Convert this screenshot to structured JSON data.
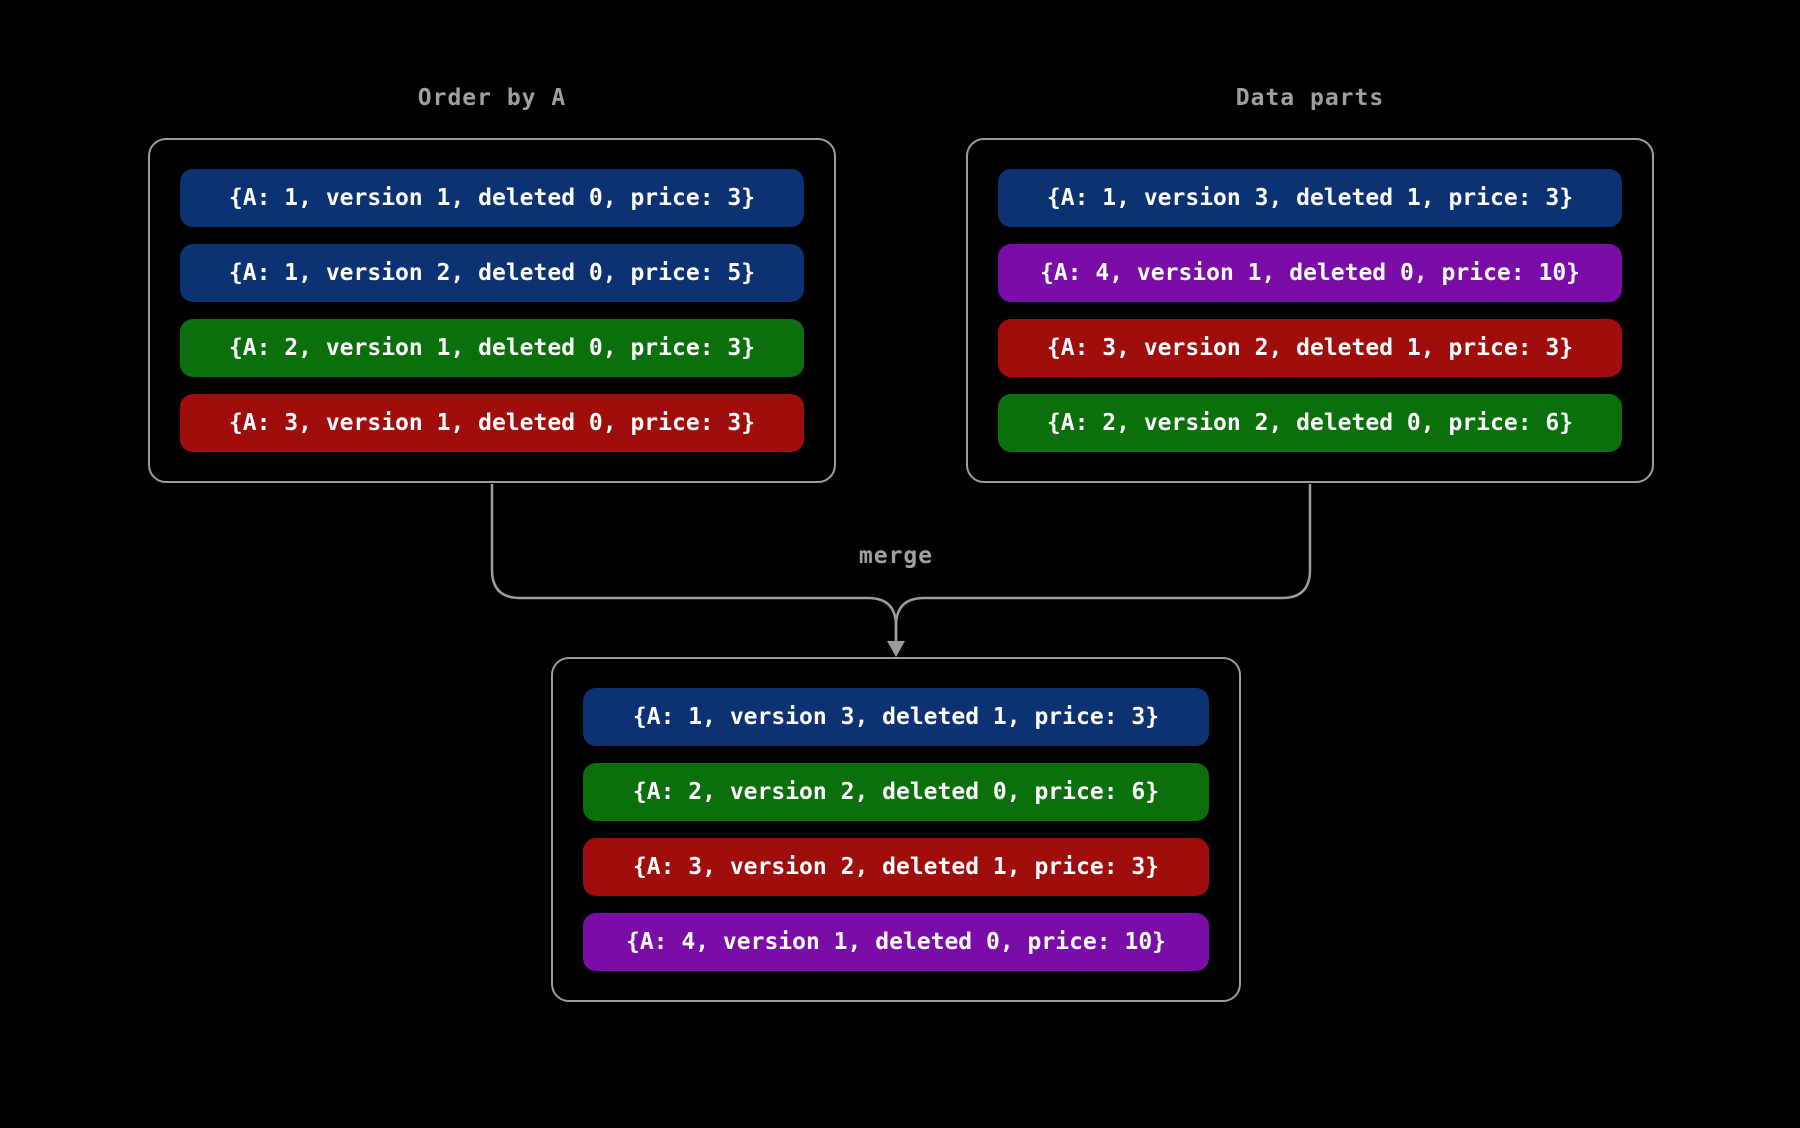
{
  "colors": {
    "background": "#000000",
    "row_text": "#ffffff",
    "title_text": "#a0a0a0",
    "connector": "#9d9d9d",
    "panel_border": "#9d9d9d",
    "blue": "#0d3274",
    "green": "#0b6f0b",
    "red": "#a00d0d",
    "purple": "#7a0ca8"
  },
  "labels": {
    "merge": "merge"
  },
  "panels": {
    "left": {
      "title": "Order by A",
      "rows": [
        {
          "text": "{A: 1, version 1, deleted 0, price: 3}",
          "color": "blue"
        },
        {
          "text": "{A: 1, version 2, deleted 0, price: 5}",
          "color": "blue"
        },
        {
          "text": "{A: 2, version 1, deleted 0, price: 3}",
          "color": "green"
        },
        {
          "text": "{A: 3, version 1, deleted 0, price: 3}",
          "color": "red"
        }
      ]
    },
    "right": {
      "title": "Data parts",
      "rows": [
        {
          "text": "{A: 1, version 3, deleted 1, price: 3}",
          "color": "blue"
        },
        {
          "text": "{A: 4, version 1, deleted 0, price: 10}",
          "color": "purple"
        },
        {
          "text": "{A: 3, version 2, deleted 1, price: 3}",
          "color": "red"
        },
        {
          "text": "{A: 2, version 2, deleted 0, price: 6}",
          "color": "green"
        }
      ]
    },
    "merged": {
      "rows": [
        {
          "text": "{A: 1, version 3, deleted 1, price: 3}",
          "color": "blue"
        },
        {
          "text": "{A: 2, version 2, deleted 0, price: 6}",
          "color": "green"
        },
        {
          "text": "{A: 3, version 2, deleted 1, price: 3}",
          "color": "red"
        },
        {
          "text": "{A: 4, version 1, deleted 0, price: 10}",
          "color": "purple"
        }
      ]
    }
  }
}
